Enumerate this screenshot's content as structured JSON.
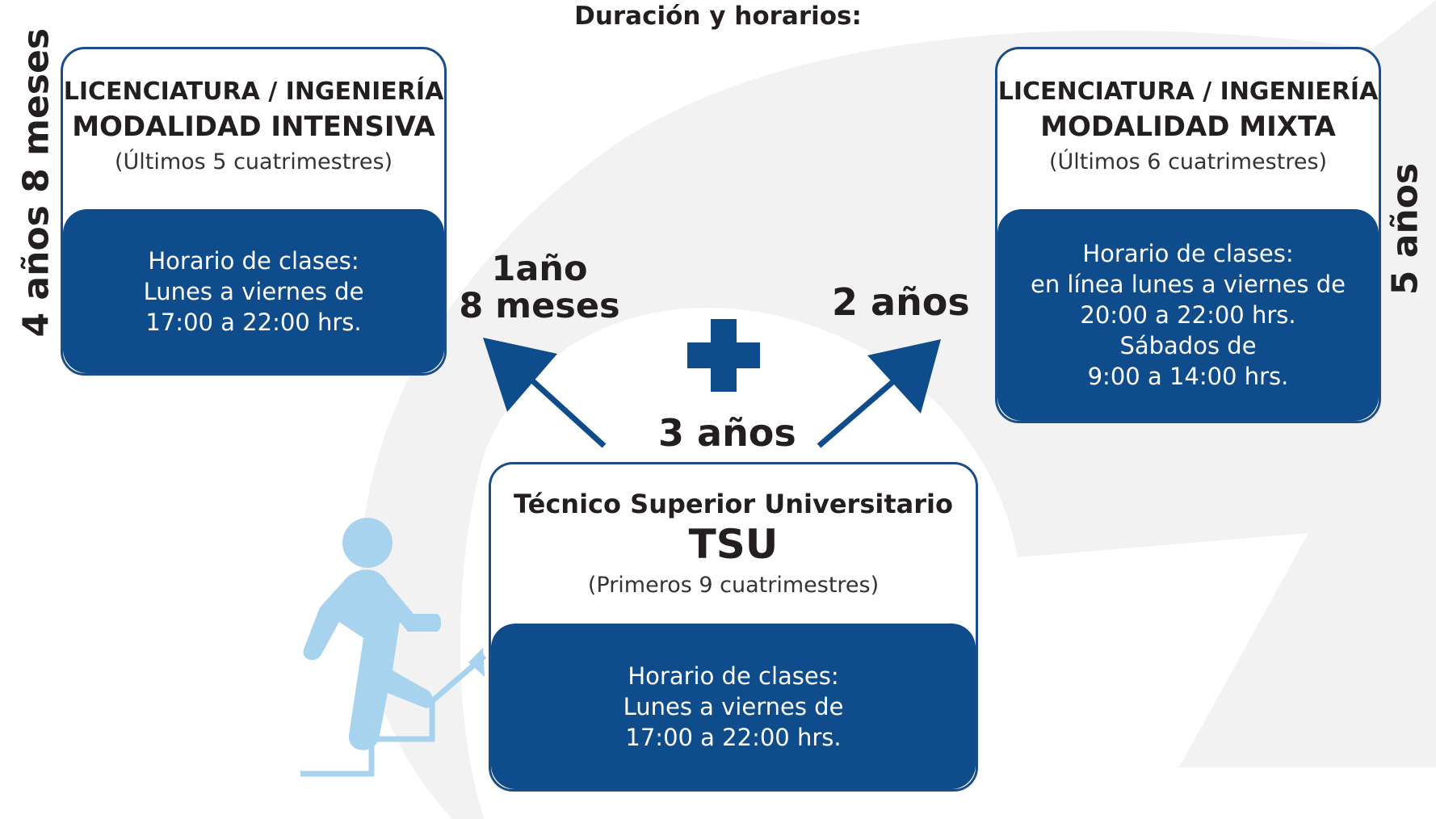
{
  "title": "Duración y horarios:",
  "colors": {
    "primary": "#0f4c8b",
    "border": "#1a4d8a",
    "light_blue": "#a7d3ef",
    "background_shape": "#f2f2f2"
  },
  "cards": {
    "intensiva": {
      "line1": "LICENCIATURA / INGENIERÍA",
      "line2": "MODALIDAD INTENSIVA",
      "line3": "(Últimos 5 cuatrimestres)",
      "schedule": [
        "Horario de clases:",
        "Lunes a viernes de",
        "17:00 a 22:00 hrs."
      ]
    },
    "mixta": {
      "line1": "LICENCIATURA / INGENIERÍA",
      "line2": "MODALIDAD MIXTA",
      "line3": "(Últimos 6 cuatrimestres)",
      "schedule": [
        "Horario de clases:",
        "en línea lunes a viernes de",
        "20:00 a 22:00 hrs.",
        "Sábados de",
        "9:00 a 14:00 hrs."
      ]
    },
    "tsu": {
      "line1": "Técnico Superior Universitario",
      "line2": "TSU",
      "line3": "(Primeros 9 cuatrimestres)",
      "schedule": [
        "Horario de clases:",
        "Lunes a viernes de",
        "17:00 a 22:00 hrs."
      ]
    }
  },
  "labels": {
    "left_arrow_top": "1año",
    "left_arrow_bottom": "8 meses",
    "right_arrow": "2 años",
    "center": "3 años",
    "plus": "+",
    "left_total": "4 años 8 meses",
    "right_total": "5 años"
  },
  "icons": {
    "person": "person-climbing-stairs-icon",
    "plus": "plus-icon",
    "arrow": "arrow-icon"
  }
}
